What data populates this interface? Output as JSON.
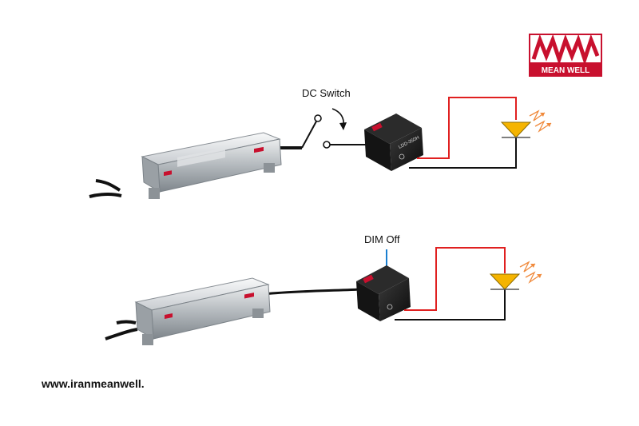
{
  "logo": {
    "brand": "MEAN WELL",
    "mark": "MW",
    "color": "#c8102e"
  },
  "labels": {
    "dc_switch": "DC Switch",
    "dim_off": "DIM Off"
  },
  "footer": {
    "url": "www.iranmeanwell."
  },
  "colors": {
    "positive_wire": "#e02020",
    "negative_wire": "#111111",
    "dim_wire": "#1a7fd0",
    "led": "#f5b400",
    "led_rays": "#f08a3c"
  }
}
